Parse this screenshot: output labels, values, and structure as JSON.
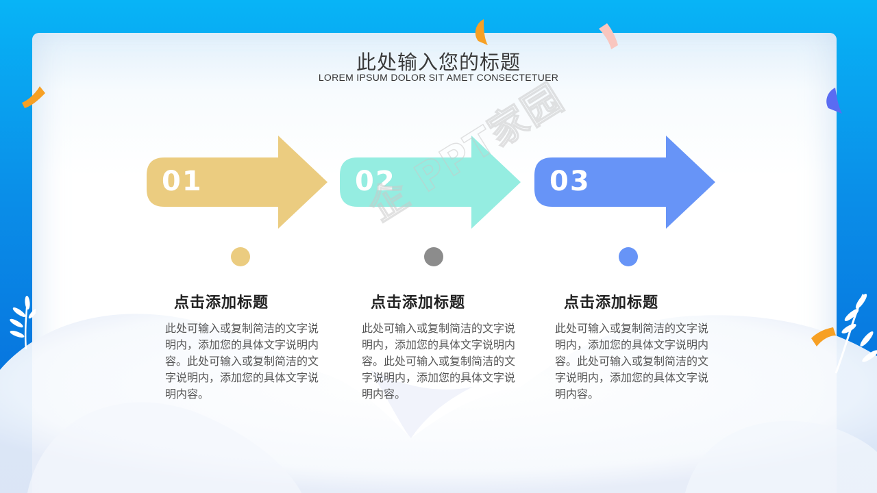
{
  "slide": {
    "title": "此处输入您的标题",
    "subtitle": "LOREM IPSUM DOLOR SIT AMET CONSECTETUER",
    "watermark": "企 PPT家园"
  },
  "steps": [
    {
      "number": "01",
      "color": "#ebcc80",
      "title": "点击添加标题",
      "description": "此处可输入或复制简洁的文字说明内，添加您的具体文字说明内容。此处可输入或复制简洁的文字说明内，添加您的具体文字说明内容。"
    },
    {
      "number": "02",
      "color": "#95ede1",
      "title": "点击添加标题",
      "description": "此处可输入或复制简洁的文字说明内，添加您的具体文字说明内容。此处可输入或复制简洁的文字说明内，添加您的具体文字说明内容。"
    },
    {
      "number": "03",
      "color": "#6794f7",
      "title": "点击添加标题",
      "description": "此处可输入或复制简洁的文字说明内，添加您的具体文字说明内容。此处可输入或复制简洁的文字说明内，添加您的具体文字说明内容。"
    }
  ],
  "dots": [
    "#ebcc80",
    "#8c8c8c",
    "#6794f7"
  ],
  "theme": {
    "background_top": "#08b4f6",
    "background_bottom": "#0565d8",
    "confetti_orange": "#f7a024",
    "confetti_pink": "#f9c6bf",
    "confetti_blue": "#5a6cf2"
  }
}
